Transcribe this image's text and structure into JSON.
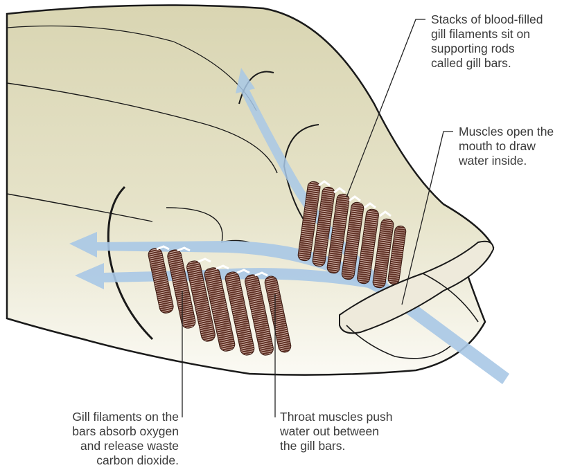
{
  "labels": {
    "stacks": [
      "Stacks of blood-filled",
      "gill filaments sit on",
      "supporting rods",
      "called gill bars."
    ],
    "muscles": [
      "Muscles open the",
      "mouth to draw",
      "water inside."
    ],
    "gill_filaments": [
      "Gill filaments on the",
      "bars absorb oxygen",
      "and release waste",
      "carbon dioxide."
    ],
    "throat": [
      "Throat muscles push",
      "water out between",
      "the gill bars."
    ]
  },
  "colors": {
    "head_fill": "#ddd9b8",
    "outline": "#1a1a1a",
    "water_arrow": "#a8c8e6",
    "filament": "#5e2e22",
    "filament_stripe": "#e8cfc4",
    "label_text": "#3a3a3a"
  }
}
